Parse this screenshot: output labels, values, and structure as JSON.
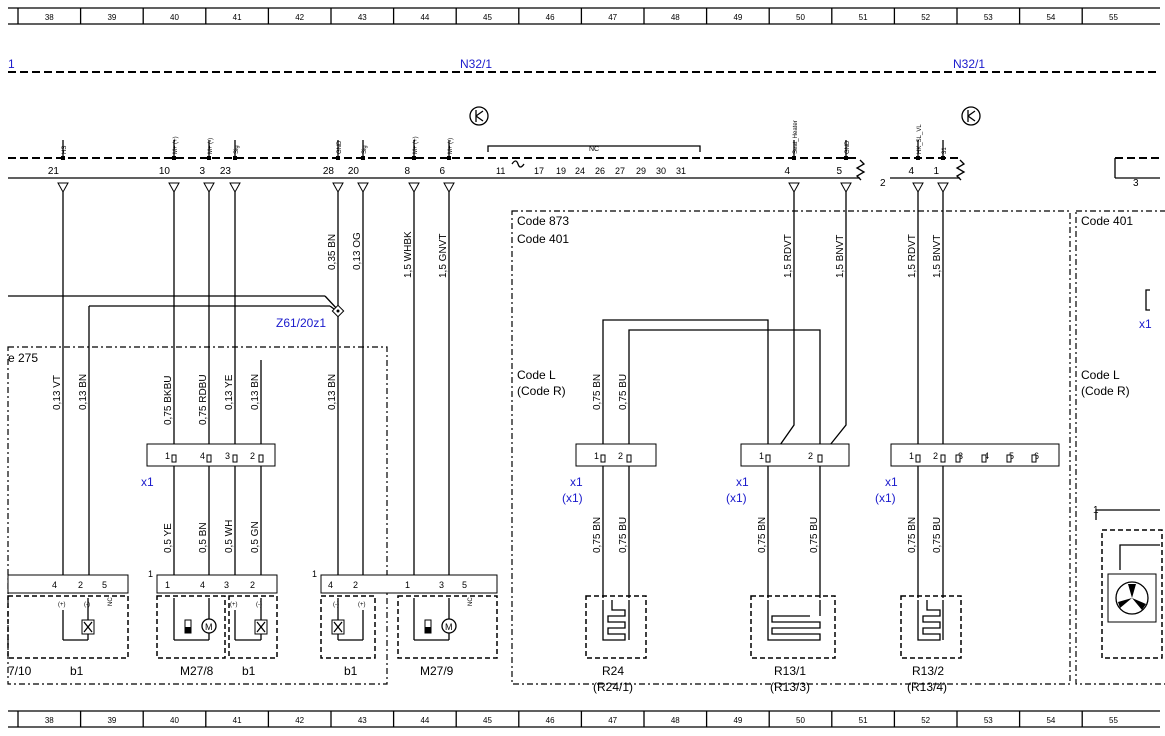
{
  "ruler": [
    "38",
    "39",
    "40",
    "41",
    "42",
    "43",
    "44",
    "45",
    "46",
    "47",
    "48",
    "49",
    "50",
    "51",
    "52",
    "53",
    "54",
    "55"
  ],
  "header": {
    "left_ref": "1",
    "center_ref": "N32/1",
    "right_ref": "N32/1"
  },
  "top_pins": [
    {
      "num": "21",
      "sig": "HS"
    },
    {
      "num": "10",
      "sig": "M+ (+)"
    },
    {
      "num": "3",
      "sig": "M+ (-)"
    },
    {
      "num": "23",
      "sig": "Sig"
    },
    {
      "num": "28",
      "sig": "GND"
    },
    {
      "num": "20",
      "sig": "Sig"
    },
    {
      "num": "8",
      "sig": "M+ (+)"
    },
    {
      "num": "6",
      "sig": "M+ (-)"
    },
    {
      "num": "4",
      "sig": "Seat_Heater"
    },
    {
      "num": "5",
      "sig": "GND"
    },
    {
      "num": "4",
      "sig": "HK_SL_VL"
    },
    {
      "num": "1",
      "sig": "31"
    }
  ],
  "nc_group": {
    "label": "NC",
    "pins": [
      "11",
      "17",
      "19",
      "24",
      "26",
      "27",
      "29",
      "30",
      "31"
    ]
  },
  "side_pins": {
    "a": "2",
    "b": "3"
  },
  "wires": [
    "0,13 VT",
    "0,13 BN",
    "0,75 BKBU",
    "0,75 RDBU",
    "0,13 YE",
    "0,13 BN",
    "0,35 BN",
    "0,13 OG",
    "1,5 WHBK",
    "1,5 GNVT",
    "1,5 RDVT",
    "1,5 BNVT",
    "1,5 RDVT",
    "1,5 BNVT",
    "0,13 BN",
    "0,75 BN",
    "0,75 BU"
  ],
  "lower_wires": [
    "0,5 YE",
    "0,5 BN",
    "0,5 WH",
    "0,5 GN",
    "0,75 BN",
    "0,75 BU",
    "0,75 BN",
    "0,75 BU",
    "0,75 BN",
    "0,75 BU"
  ],
  "splice": "Z61/20z1",
  "code_boxes": {
    "a": "e 275",
    "b1": "Code 873",
    "b2": "Code 401",
    "c": "Code 401"
  },
  "code_l": {
    "l1": "Code L",
    "l2": "(Code R)"
  },
  "connectors": {
    "x1": "x1",
    "x1p": "(x1)"
  },
  "conn_pins_a": [
    "1",
    "4",
    "3",
    "2"
  ],
  "conn_pins_b": [
    "1",
    "2"
  ],
  "conn_pins_c": [
    "1",
    "2"
  ],
  "conn_pins_d": [
    "1",
    "2",
    "3",
    "4",
    "5",
    "6"
  ],
  "comp_pins": {
    "p4": "4",
    "p2": "2",
    "p5": "5",
    "p1": "1",
    "p3": "3"
  },
  "comp_sym": {
    "plus": "(+)",
    "minus": "(-)",
    "nc": "NC",
    "m": "M"
  },
  "components": {
    "c1": "7/10",
    "c2": "b1",
    "c3": "M27/8",
    "c4": "b1",
    "c5": "b1",
    "c6": "M27/9",
    "r24": "R24",
    "r24b": "(R24/1)",
    "r131": "R13/1",
    "r131b": "(R13/3)",
    "r132": "R13/2",
    "r132b": "(R13/4)"
  },
  "frag_pin": "1"
}
